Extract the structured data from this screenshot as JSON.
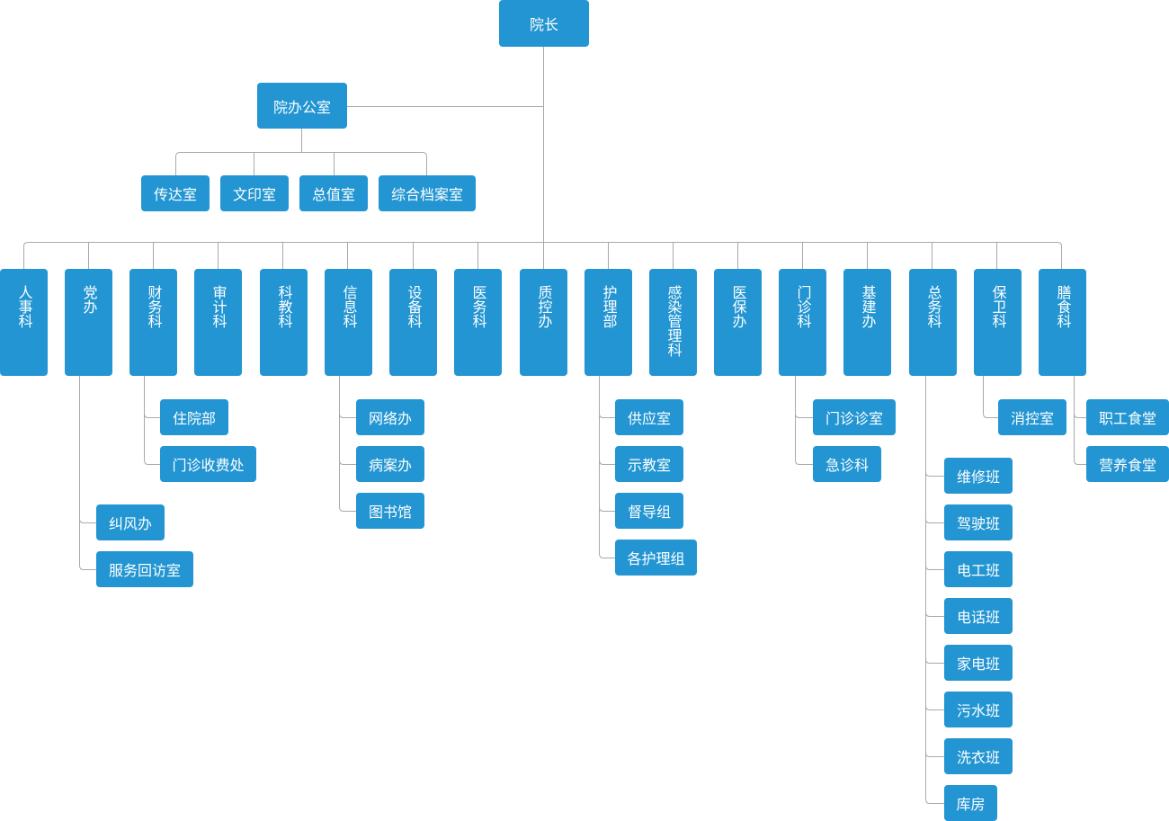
{
  "org": {
    "director": "院长",
    "office": "院办公室",
    "office_children": [
      "传达室",
      "文印室",
      "总值室",
      "综合档案室"
    ],
    "departments": [
      "人事科",
      "党办",
      "财务科",
      "审计科",
      "科教科",
      "信息科",
      "设备科",
      "医务科",
      "质控办",
      "护理部",
      "感染管理科",
      "医保办",
      "门诊科",
      "基建办",
      "总务科",
      "保卫科",
      "膳食科"
    ],
    "party_children": [
      "纠风办",
      "服务回访室"
    ],
    "finance_children": [
      "住院部",
      "门诊收费处"
    ],
    "info_children": [
      "网络办",
      "病案办",
      "图书馆"
    ],
    "nursing_children": [
      "供应室",
      "示教室",
      "督导组",
      "各护理组"
    ],
    "outpatient_children": [
      "门诊诊室",
      "急诊科"
    ],
    "general_children": [
      "维修班",
      "驾驶班",
      "电工班",
      "电话班",
      "家电班",
      "污水班",
      "洗衣班",
      "库房"
    ],
    "security_children": [
      "消控室"
    ],
    "catering_children": [
      "职工食堂",
      "营养食堂"
    ]
  },
  "colors": {
    "box": "#2295d2",
    "line": "#a9a9a9",
    "text": "#ffffff"
  }
}
